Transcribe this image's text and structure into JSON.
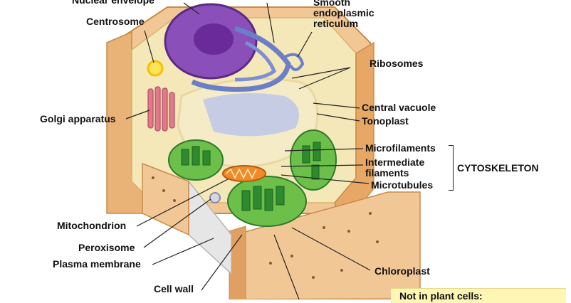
{
  "labels": {
    "nuclear_envelope": "Nuclear envelope",
    "centrosome": "Centrosome",
    "smooth_er_line1": "Smooth",
    "smooth_er_line2": "endoplasmic",
    "smooth_er_line3": "reticulum",
    "ribosomes": "Ribosomes",
    "golgi": "Golgi apparatus",
    "central_vacuole": "Central vacuole",
    "tonoplast": "Tonoplast",
    "microfilaments": "Microfilaments",
    "intermediate_line1": "Intermediate",
    "intermediate_line2": "filaments",
    "microtubules": "Microtubules",
    "cytoskeleton": "CYTOSKELETON",
    "mitochondrion": "Mitochondrion",
    "peroxisome": "Peroxisome",
    "plasma_membrane": "Plasma membrane",
    "chloroplast": "Chloroplast",
    "cell_wall": "Cell wall"
  },
  "note": {
    "title": "Not in plant cells:"
  },
  "colors": {
    "cell_wall": "#f1c796",
    "cell_wall_shadow": "#d99a5a",
    "cytoplasm": "#f4e7b8",
    "nucleus": "#8a4fb8",
    "nucleolus": "#6a2a9a",
    "er": "#6a7fc8",
    "vacuole": "#f6ecc8",
    "golgi": "#e07a8a",
    "chloroplast": "#3fa33a",
    "mitochondrion": "#f08a2a",
    "note_bg": "#fdf6b5"
  }
}
